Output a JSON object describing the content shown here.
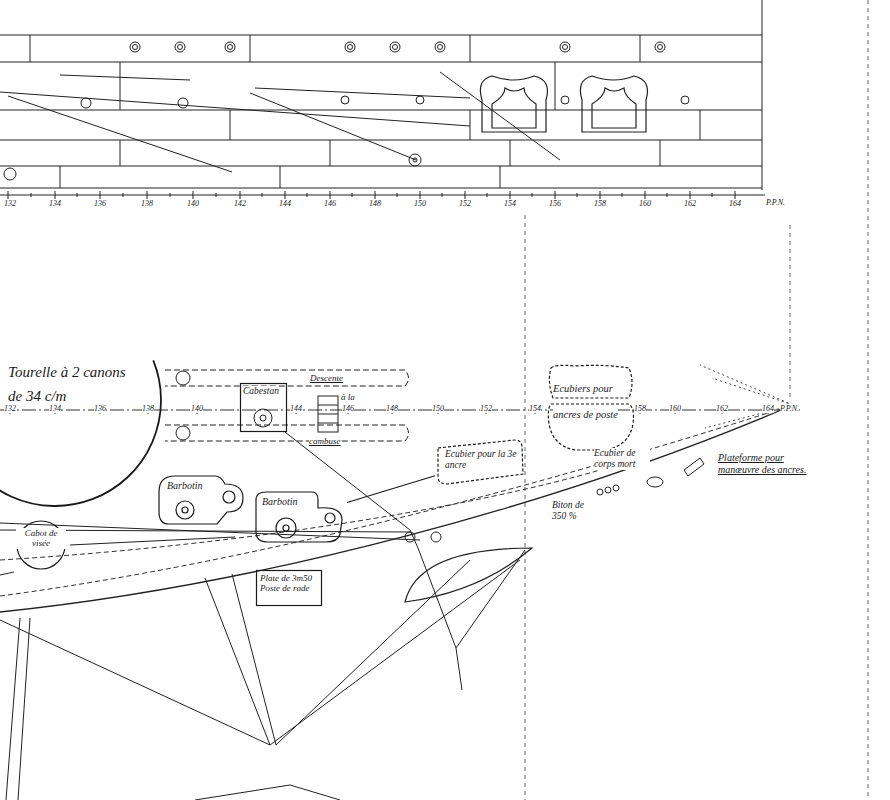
{
  "diagram": {
    "nodes": [
      {
        "text": [
          "Tourelle à 2 canons de 34 c/m"
        ]
      },
      {
        "text": [
          "Cabestan"
        ]
      },
      {
        "text": [
          "Barbotin"
        ]
      },
      {
        "text": [
          "Barbotin"
        ]
      },
      {
        "text": [
          "Cabot de visée"
        ]
      },
      {
        "text": [
          "Ecubiers pour ancres de poste"
        ]
      },
      {
        "text": [
          "Ecubier pour la 3e ancre"
        ]
      },
      {
        "text": [
          "Plate de 3m50",
          "Poste de rade"
        ]
      }
    ],
    "edges": [
      {
        "from": 3,
        "to": 6,
        "arrow": "none"
      }
    ],
    "labels": [
      "132",
      "134",
      "136",
      "138",
      "140",
      "142",
      "144",
      "146",
      "148",
      "150",
      "152",
      "154",
      "156",
      "158",
      "160",
      "162",
      "164",
      "P.P.N.",
      "132",
      "134",
      "136",
      "138",
      "140",
      "144",
      "146",
      "148",
      "150",
      "152",
      "154",
      "158",
      "160",
      "162",
      "164",
      "P.P.N.",
      "Descente",
      "à la",
      "cambuse",
      "Ecubier de corps mort",
      "Biton de 350 %",
      "Plateforme pour manœuvre des ancres."
    ]
  }
}
